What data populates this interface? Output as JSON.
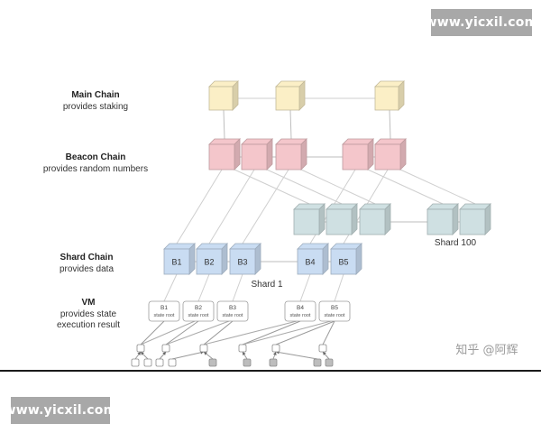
{
  "watermarks": {
    "top": "www.yicxil.com",
    "bottom": "www.yicxil.com"
  },
  "layers": {
    "main_chain": {
      "title": "Main Chain",
      "lines": [
        "provides staking"
      ]
    },
    "beacon_chain": {
      "title": "Beacon Chain",
      "lines": [
        "provides random numbers"
      ]
    },
    "shard_chain": {
      "title": "Shard Chain",
      "lines": [
        "provides data"
      ]
    },
    "vm": {
      "title": "VM",
      "lines": [
        "provides state",
        "execution result"
      ]
    }
  },
  "shard_blocks": [
    "B1",
    "B2",
    "B3",
    "B4",
    "B5"
  ],
  "vm_blocks": [
    {
      "label": "B1",
      "sub": "state root"
    },
    {
      "label": "B2",
      "sub": "state root"
    },
    {
      "label": "B3",
      "sub": "state root"
    },
    {
      "label": "B4",
      "sub": "state root"
    },
    {
      "label": "B5",
      "sub": "state root"
    }
  ],
  "shard_labels": {
    "shard1": "Shard 1",
    "shard100": "Shard 100"
  },
  "credit": "知乎 @阿辉",
  "colors": {
    "main_chain": "#fbefc6",
    "beacon_chain": "#f4c6cb",
    "shard_100": "#cfe0e2",
    "shard_1": "#c9dcf2",
    "vm": "#ffffff",
    "leaf": "#bdbdbd"
  }
}
